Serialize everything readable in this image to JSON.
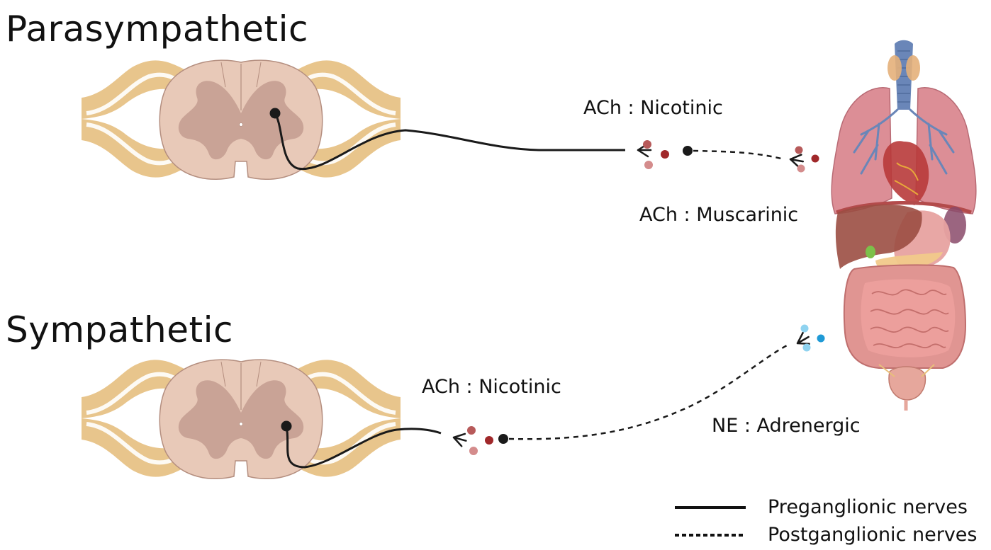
{
  "sections": {
    "parasympathetic": {
      "title": "Parasympathetic",
      "preganglionic_receptor": "ACh : Nicotinic",
      "postganglionic_receptor": "ACh : Muscarinic"
    },
    "sympathetic": {
      "title": "Sympathetic",
      "preganglionic_receptor": "ACh : Nicotinic",
      "postganglionic_receptor": "NE : Adrenergic"
    }
  },
  "legend": {
    "solid_label": "Preganglionic nerves",
    "dashed_label": "Postganglionic nerves"
  },
  "colors": {
    "nerve": "#1a1a1a",
    "spinal_white_matter": "#e8c9b8",
    "spinal_gray_matter": "#c9a396",
    "spinal_nerve_root": "#e8c58c",
    "acetylcholine_dark": "#a0282a",
    "acetylcholine_light": "#d48c8c",
    "norepinephrine_dark": "#1f9ad6",
    "norepinephrine_light": "#8fd3f0",
    "organ_lung": "#dc8e96",
    "organ_liver": "#9b4e42",
    "organ_intestine": "#e09592"
  }
}
